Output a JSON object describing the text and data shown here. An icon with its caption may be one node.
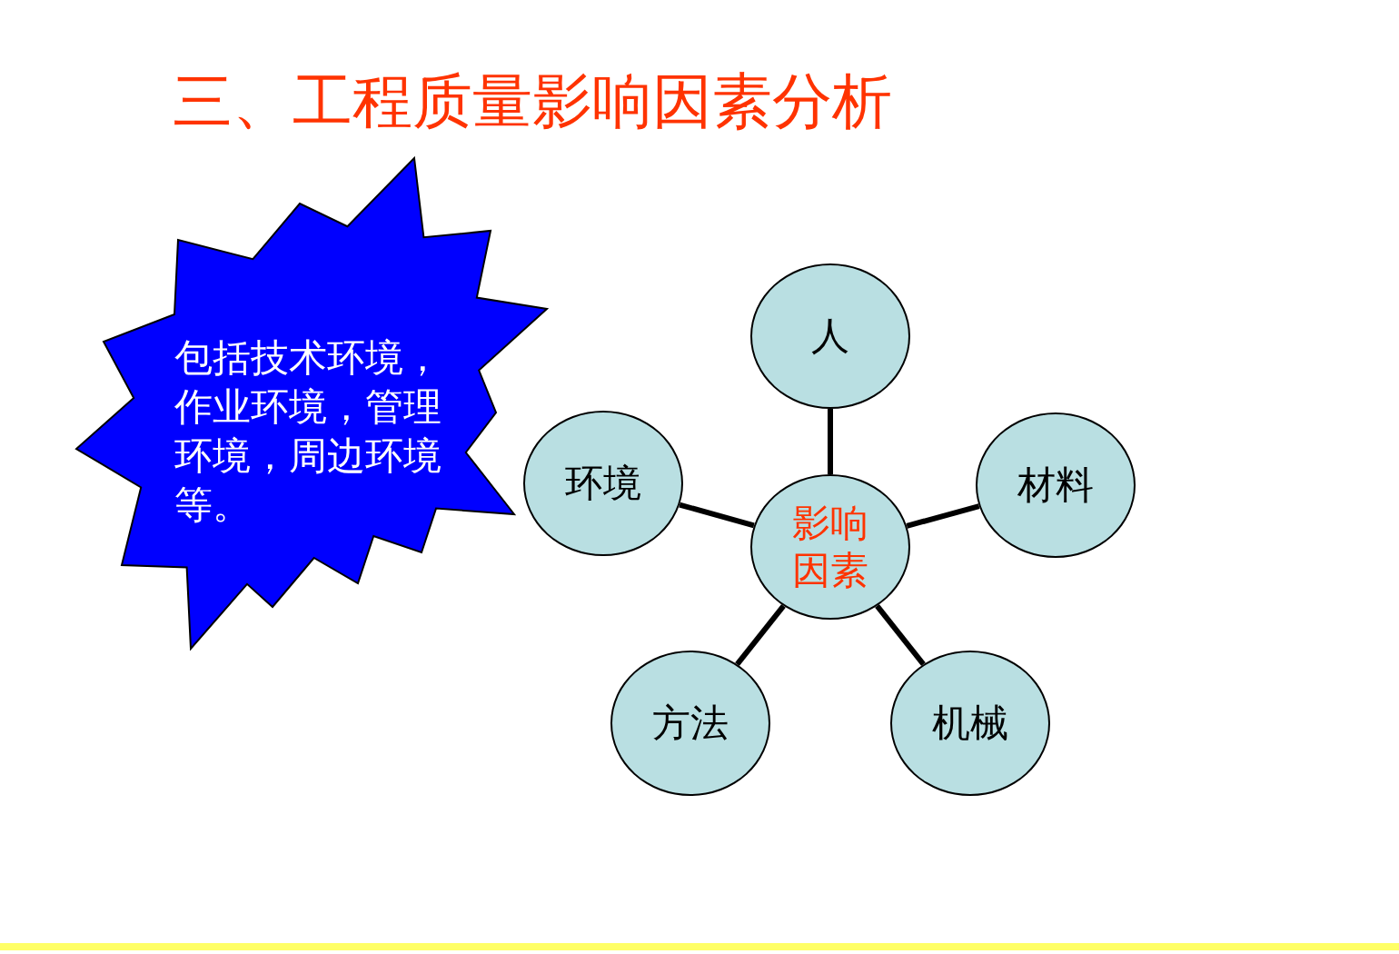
{
  "diagram": {
    "title": "三、工程质量影响因素分析",
    "nodes": [
      {
        "text": [
          "包括技术环境，作业环境，管理环境，周边环境等。"
        ]
      },
      {
        "text": [
          "人"
        ]
      },
      {
        "text": [
          "环境"
        ]
      },
      {
        "text": [
          "影响因素"
        ]
      },
      {
        "text": [
          "材料"
        ]
      },
      {
        "text": [
          "方法"
        ]
      },
      {
        "text": [
          "机械"
        ]
      }
    ],
    "edges": [
      {
        "from": 3,
        "to": 1,
        "arrow": "none"
      },
      {
        "from": 3,
        "to": 2,
        "arrow": "none"
      },
      {
        "from": 3,
        "to": 4,
        "arrow": "none"
      },
      {
        "from": 3,
        "to": 5,
        "arrow": "none"
      },
      {
        "from": 3,
        "to": 6,
        "arrow": "none"
      }
    ]
  }
}
